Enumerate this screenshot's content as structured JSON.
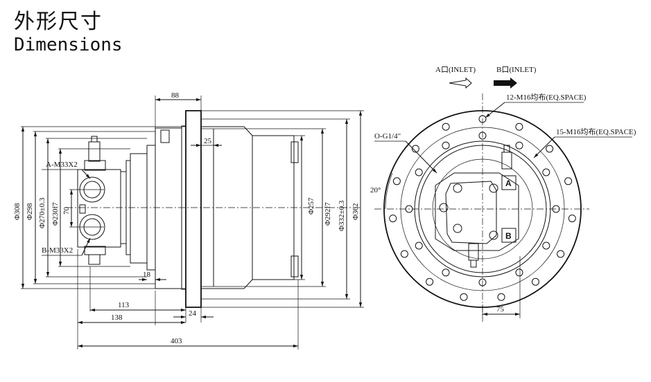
{
  "title": {
    "zh": "外形尺寸",
    "en": "Dimensions"
  },
  "side_view": {
    "dims": {
      "d88": "88",
      "d25": "25",
      "d18": "18",
      "d113": "113",
      "d138": "138",
      "d24": "24",
      "d403": "403",
      "phi308": "Φ308",
      "phi298": "Φ298",
      "phi270": "Φ270±0.3",
      "phi230": "Φ230f7",
      "d70": "70",
      "phi257": "Φ257",
      "phi292": "Φ292f7",
      "phi332": "Φ332±0.3",
      "phi362": "Φ362"
    },
    "ports": {
      "a": "A-M33X2",
      "b": "B-M33X2"
    }
  },
  "front_view": {
    "inlet_a": "A口(INLET)",
    "inlet_b": "B口(INLET)",
    "bolts_12": "12-M16均布(EQ.SPACE)",
    "bolts_15": "15-M16均布(EQ.SPACE)",
    "port_g": "O-G1/4\"",
    "angle": "20°",
    "d75": "75",
    "label_a": "A",
    "label_b": "B"
  }
}
